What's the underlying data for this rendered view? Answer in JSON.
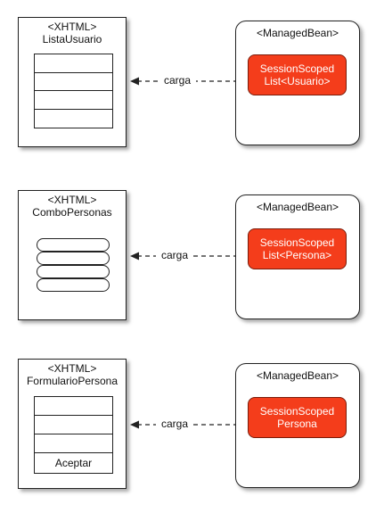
{
  "diagrams": [
    {
      "page": {
        "stereotype": "<XHTML>",
        "name": "ListaUsuario",
        "widget": "table",
        "rows": 4,
        "button_label": ""
      },
      "connector": {
        "label": "carga"
      },
      "bean": {
        "stereotype": "<ManagedBean>",
        "scope": "SessionScoped",
        "type": "List<Usuario>"
      }
    },
    {
      "page": {
        "stereotype": "<XHTML>",
        "name": "ComboPersonas",
        "widget": "combo",
        "rows": 4,
        "button_label": ""
      },
      "connector": {
        "label": "carga"
      },
      "bean": {
        "stereotype": "<ManagedBean>",
        "scope": "SessionScoped",
        "type": "List<Persona>"
      }
    },
    {
      "page": {
        "stereotype": "<XHTML>",
        "name": "FormularioPersona",
        "widget": "form",
        "rows": 3,
        "button_label": "Aceptar"
      },
      "connector": {
        "label": "carga"
      },
      "bean": {
        "stereotype": "<ManagedBean>",
        "scope": "SessionScoped",
        "type": "Persona"
      }
    }
  ],
  "colors": {
    "scoped_fill": "#f43d1b",
    "scoped_border": "#7a1c0b",
    "line": "#222222"
  }
}
